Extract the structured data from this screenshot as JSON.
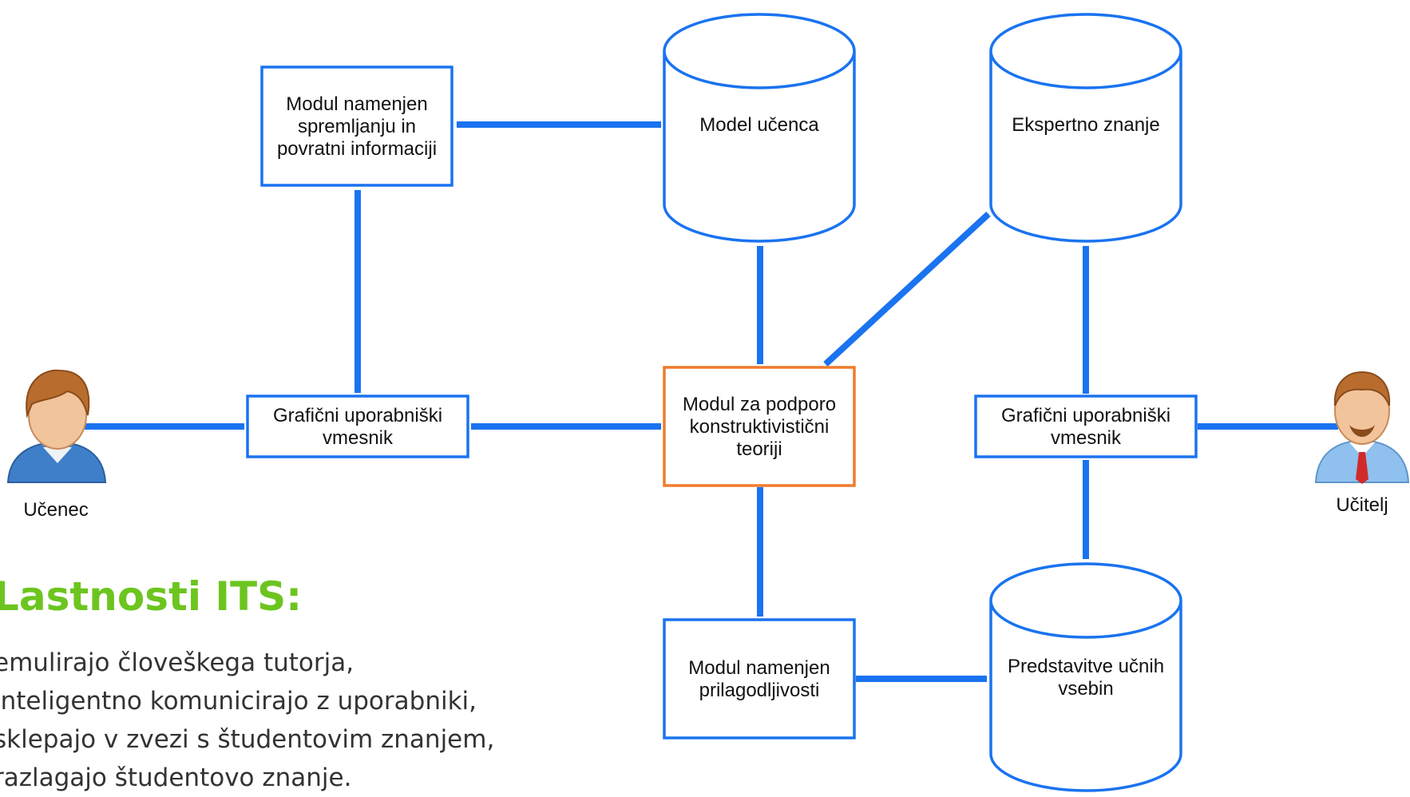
{
  "colors": {
    "stroke": "#1a73f0",
    "central_stroke": "#f07b2c",
    "arrow": "#1a73f0",
    "heading": "#6cc51f",
    "text": "#333333"
  },
  "nodes": {
    "feedback_module": [
      "Modul namenjen",
      "spremljanju in",
      "povratni informaciji"
    ],
    "learner_model": [
      "Model učenca"
    ],
    "expert_knowledge": [
      "Ekspertno znanje"
    ],
    "gui_left": [
      "Grafični uporabniški",
      "vmesnik"
    ],
    "constructivist_module": [
      "Modul za podporo",
      "konstruktivistični",
      "teoriji"
    ],
    "gui_right": [
      "Grafični uporabniški",
      "vmesnik"
    ],
    "adaptivity_module": [
      "Modul namenjen",
      "prilagodljivosti"
    ],
    "content_representation": [
      "Predstavitve učnih",
      "vsebin"
    ]
  },
  "actors": {
    "learner": {
      "label": "Učenec",
      "icon": "student-person-icon"
    },
    "teacher": {
      "label": "Učitelj",
      "icon": "teacher-person-icon"
    }
  },
  "section": {
    "heading": "Lastnosti ITS:",
    "items": [
      "emulirajo človeškega tutorja,",
      "inteligentno komunicirajo z uporabniki,",
      "sklepajo v zvezi s študentovim znanjem,",
      "razlagajo študentovo znanje."
    ]
  }
}
